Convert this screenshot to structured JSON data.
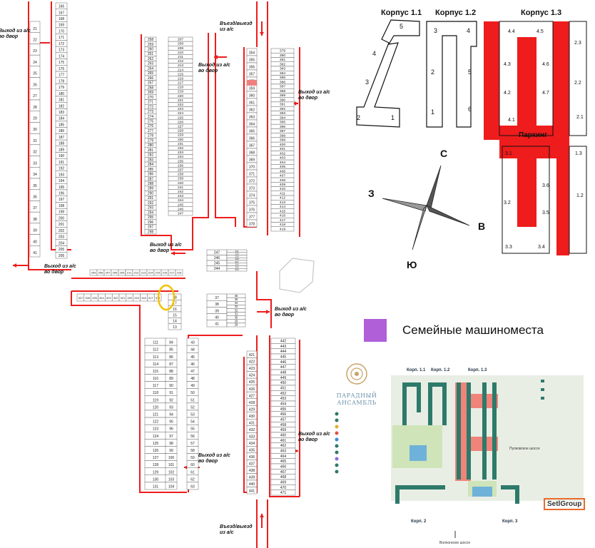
{
  "parking_labels": {
    "entry_exit": "Въезд/выезд\nиз а/с",
    "exit_to_yard": "Выход из а/с\nво двор"
  },
  "buildings": {
    "b11": "Корпус 1.1",
    "b12": "Корпус 1.2",
    "b13": "Корпус 1.3",
    "parking": "Паркинг",
    "sections_11": [
      "1",
      "2",
      "3",
      "4",
      "5"
    ],
    "sections_12": [
      "1",
      "2",
      "3",
      "4",
      "5",
      "6"
    ],
    "sections_13": [
      "4.4",
      "4.5",
      "4.3",
      "4.6",
      "4.2",
      "4.7",
      "4.1",
      "2.3",
      "2.2",
      "2.1",
      "3.1",
      "1.3",
      "3.6",
      "3.2",
      "3.5",
      "1.2",
      "3.3",
      "3.4"
    ]
  },
  "compass": {
    "n": "С",
    "w": "З",
    "e": "В",
    "s": "Ю"
  },
  "legend": {
    "family_spots": "Семейные машиноместа",
    "color": "#b05fd8"
  },
  "colors": {
    "parking_red": "#ee1c1c",
    "outline": "#b01818",
    "highlight": "#f2c200",
    "spot_highlight": "#f08080"
  },
  "minimap": {
    "brand_top": "ПАРАДНЫЙ",
    "brand_bottom": "АНСАМБЛЬ",
    "corp_11": "Корп. 1.1",
    "corp_12": "Корп. 1.2",
    "corp_13": "Корп. 1.3",
    "corp_2": "Корп. 2",
    "corp_3": "Корп. 3",
    "road_right": "Пулковское шоссе",
    "road_bottom": "Волхонское шоссе",
    "setl": "SetlGroup"
  },
  "columns": {
    "c1": {
      "from": 166,
      "to": 206
    },
    "c2": {
      "from": 207,
      "to": 247
    },
    "c3": {
      "from": 258,
      "to": 298
    },
    "c4": {
      "from": 299,
      "to": 335
    },
    "c5": {
      "from": 354,
      "to": 378
    },
    "c6": {
      "from": 379,
      "to": 419
    },
    "c7": {
      "from": 111,
      "to": 131
    },
    "c8": {
      "from": 84,
      "to": 104
    },
    "c9": {
      "from": 43,
      "to": 63
    },
    "c10": {
      "from": 21,
      "to": 41
    },
    "c11": {
      "from": 421,
      "to": 441
    },
    "c12": {
      "from": 442,
      "to": 471
    }
  }
}
